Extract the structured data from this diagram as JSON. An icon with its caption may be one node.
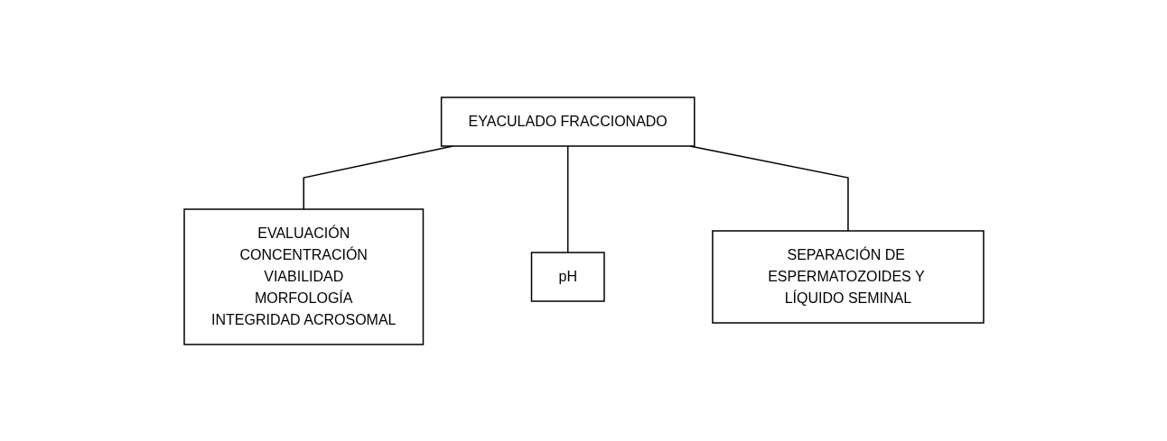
{
  "diagram": {
    "nodes": [
      {
        "text": [
          "EYACULADO FRACCIONADO"
        ]
      },
      {
        "text": [
          "EVALUACIÓN",
          "CONCENTRACIÓN",
          "VIABILIDAD",
          "MORFOLOGÍA",
          "INTEGRIDAD ACROSOMAL"
        ]
      },
      {
        "text": [
          "pH"
        ]
      },
      {
        "text": [
          "SEPARACIÓN DE ESPERMATOZOIDES Y LÍQUIDO SEMINAL"
        ]
      }
    ],
    "edges": [
      {
        "from": 0,
        "to": 1,
        "arrow": "none"
      },
      {
        "from": 0,
        "to": 2,
        "arrow": "none"
      },
      {
        "from": 0,
        "to": 3,
        "arrow": "none"
      }
    ]
  }
}
